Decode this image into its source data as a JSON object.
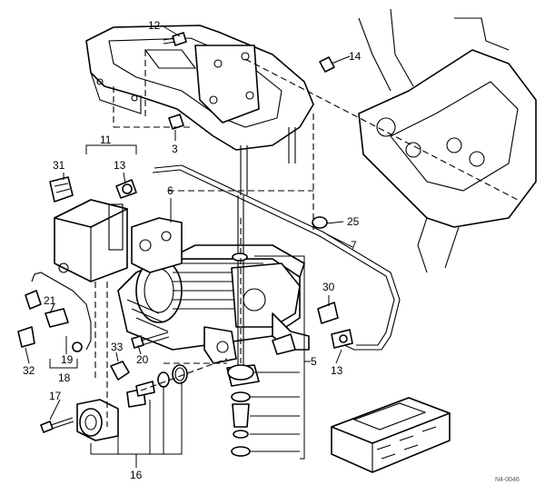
{
  "diagram": {
    "callouts": {
      "c12": "12",
      "c14": "14",
      "c3": "3",
      "c11": "11",
      "c31": "31",
      "c13a": "13",
      "c6": "6",
      "c25": "25",
      "c7": "7",
      "c30": "30",
      "c21": "21",
      "c19": "19",
      "c18": "18",
      "c32": "32",
      "c33": "33",
      "c20": "20",
      "c5": "5",
      "c13b": "13",
      "c17": "17",
      "c16": "16"
    },
    "corner_mark": "N4-0046",
    "line_color": "#000000",
    "background_color": "#ffffff"
  }
}
